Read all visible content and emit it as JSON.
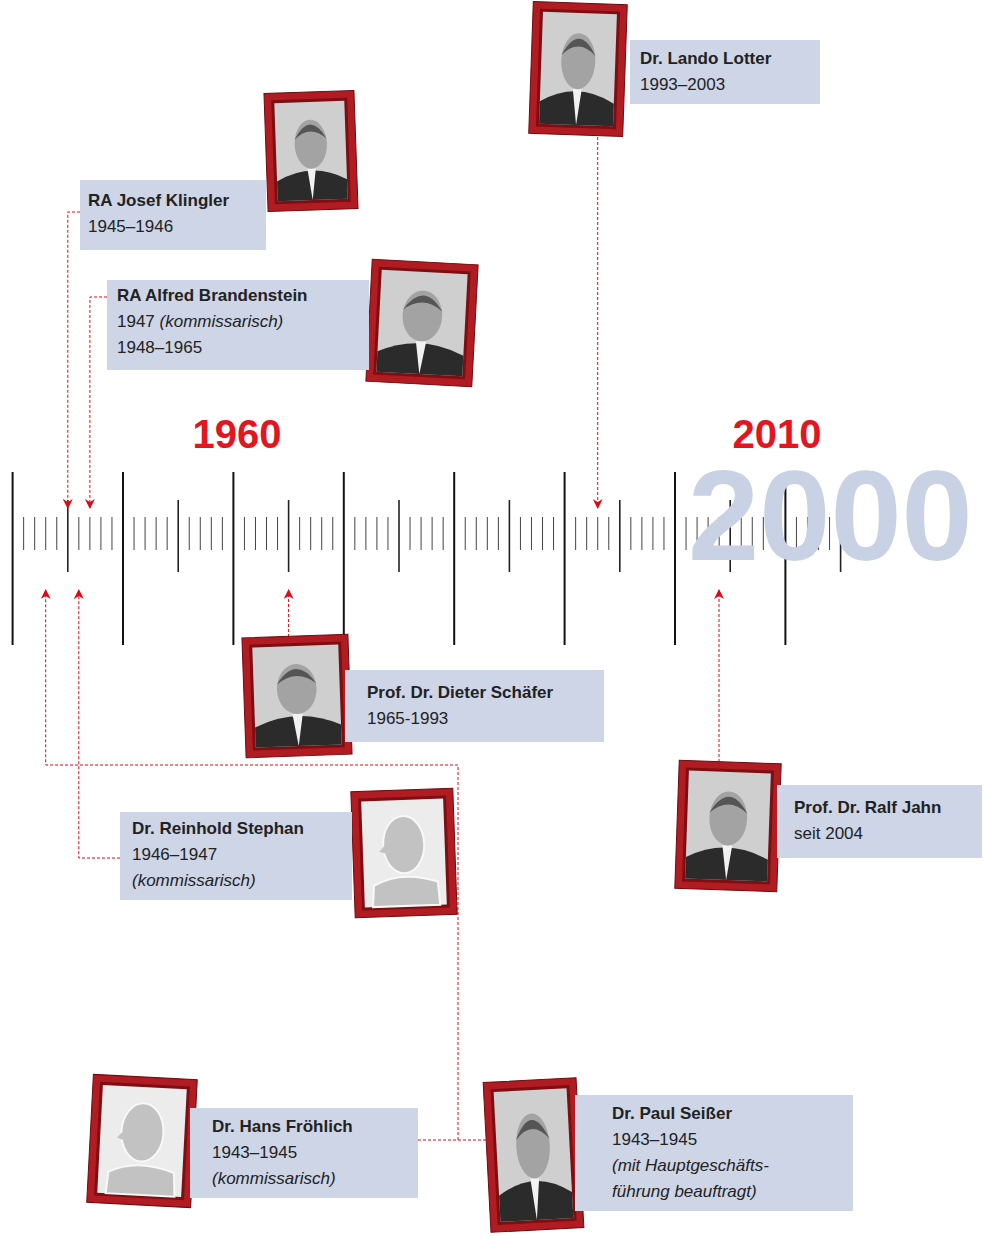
{
  "diagram": {
    "nodes": [
      {
        "text": [
          "Dr. Lando Lotter",
          "1993–2003"
        ]
      },
      {
        "text": [
          "RA Josef Klingler",
          "1945–1946"
        ]
      },
      {
        "text": [
          "RA Alfred Brandenstein",
          "1947",
          "(kommissarisch)",
          "1948–1965"
        ]
      },
      {
        "text": [
          "Prof. Dr. Dieter Schäfer",
          "1965-1993"
        ]
      },
      {
        "text": [
          "Prof. Dr. Ralf Jahn",
          "seit 2004"
        ]
      },
      {
        "text": [
          "Dr. Reinhold Stephan",
          "1946–1947",
          "(kommissarisch)"
        ]
      },
      {
        "text": [
          "Dr. Hans Fröhlich",
          "1943–1945",
          "(kommissarisch)"
        ]
      },
      {
        "text": [
          "Dr. Paul Seißer",
          "1943–1945",
          "(mit Hauptgeschäfts- führung beauftragt)"
        ]
      }
    ],
    "edges": [
      {
        "from": 6,
        "to": 7,
        "arrow": "none"
      }
    ],
    "labels": [
      "1960",
      "2010",
      "2000"
    ]
  }
}
